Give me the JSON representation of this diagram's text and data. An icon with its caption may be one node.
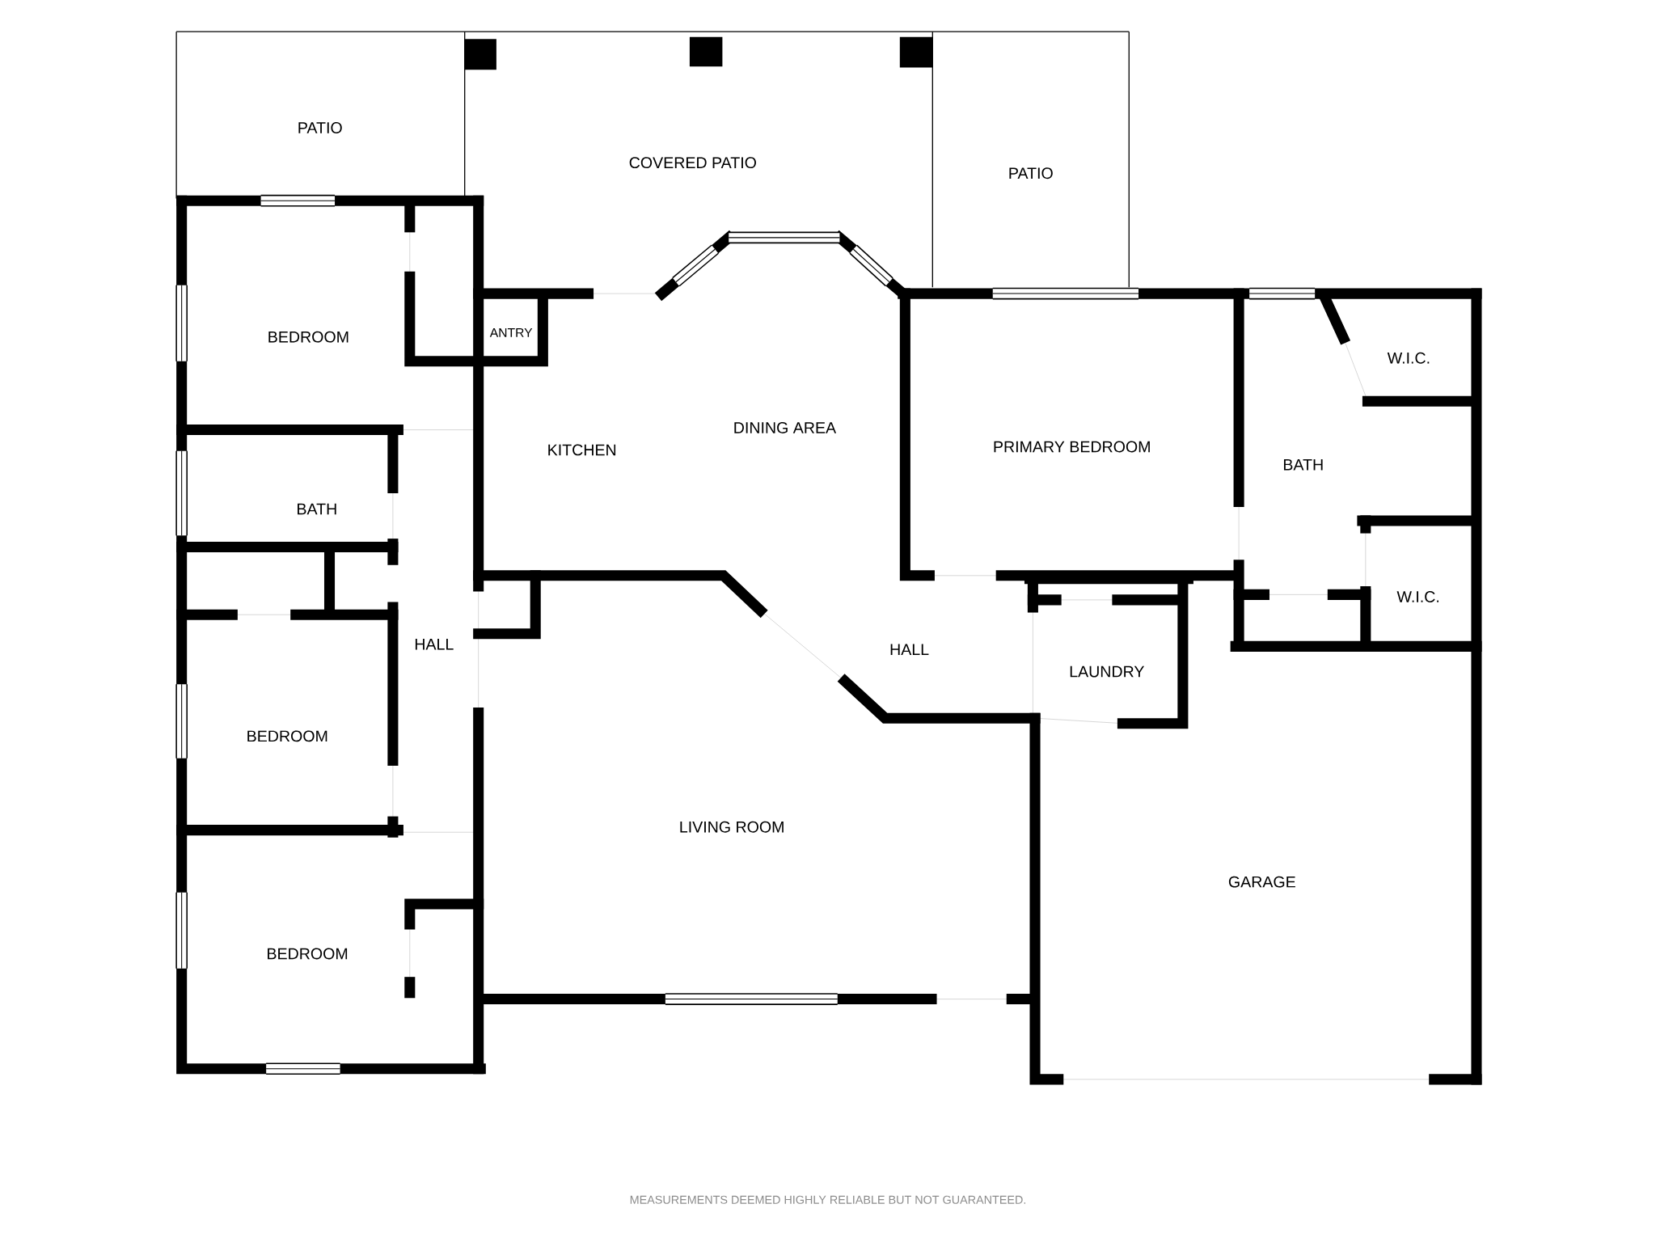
{
  "diagram": {
    "caption": "MEASUREMENTS DEEMED HIGHLY RELIABLE BUT NOT GUARANTEED.",
    "labels": [
      "PATIO",
      "COVERED PATIO",
      "PATIO",
      "BEDROOM",
      "ANTRY",
      "W.I.C.",
      "DINING AREA",
      "KITCHEN",
      "PRIMARY BEDROOM",
      "BATH",
      "BATH",
      "W.I.C.",
      "HALL",
      "HALL",
      "LAUNDRY",
      "BEDROOM",
      "LIVING ROOM",
      "GARAGE",
      "BEDROOM"
    ]
  }
}
